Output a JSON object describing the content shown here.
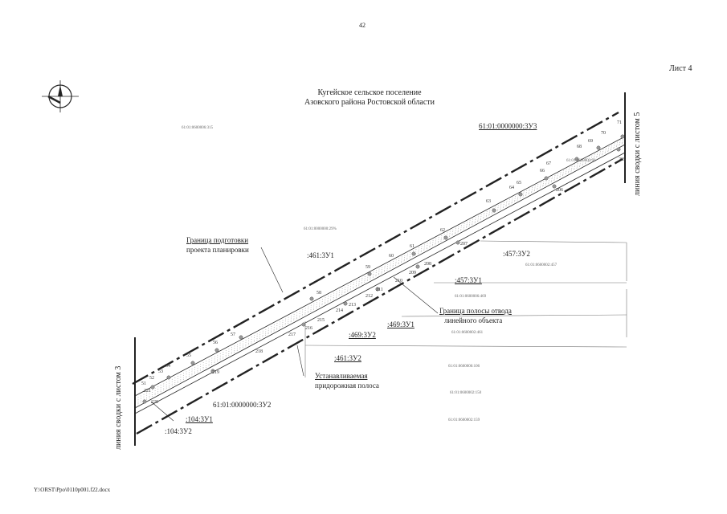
{
  "page_number": "42",
  "sheet_label": "Лист 4",
  "title_line1": "Кугейское сельское поселение",
  "title_line2": "Азовского района Ростовской области",
  "labels": {
    "boundary_planning_line1": "Граница подготовки",
    "boundary_planning_line2": "проекта планировки",
    "boundary_strip_line1": "Граница полосы отвода",
    "boundary_strip_line2": "линейного объекта",
    "roadside_line1": "Устанавливаемая",
    "roadside_line2": "придорожная полоса",
    "join_left": "линия сводки с листом 3",
    "join_right": "линия сводки с листом 5"
  },
  "parcels": {
    "zu3_top": "61:01:0000000:3У3",
    "zu2_bottom": "61:01:0000000:3У2",
    "p461_zu1": ":461:3У1",
    "p457_zu2": ":457:3У2",
    "p457_zu1": ":457:3У1",
    "p469_zu1": ":469:3У1",
    "p469_zu2": ":469:3У2",
    "p461_zu2": ":461:3У2",
    "p104_zu1": ":104:3У1",
    "p104_zu2": ":104:3У2"
  },
  "cadastral_faint": {
    "c1": "61:01:0600006:315",
    "c2": "61:01:0600002:94",
    "c3": "61:01:0000000:29%",
    "c4": "61:01:0600002:457",
    "c5": "61:01:0600006:469",
    "c6": "61:01:0600002:461",
    "c7": "61:01:0600006:106",
    "c8": "61:01:0600002:150",
    "c9": "61:01:0600002:159"
  },
  "points": {
    "p51": "51",
    "p52": "52",
    "p53": "53",
    "p54": "54",
    "p55": "55",
    "p56": "56",
    "p57": "57",
    "p58": "58",
    "p59": "59",
    "p60": "60",
    "p61": "61",
    "p62": "62",
    "p63": "63",
    "p64": "64",
    "p65": "65",
    "p66": "66",
    "p67": "67",
    "p68": "68",
    "p69": "69",
    "p70": "70",
    "p71": "71",
    "p205": "205",
    "p206": "206",
    "p207": "207",
    "p208": "208",
    "p209": "209",
    "p210": "210",
    "p211": "211",
    "p212": "212",
    "p213": "213",
    "p214": "214",
    "p215": "215",
    "p216": "216",
    "p217": "217",
    "p218": "218",
    "p219": "219",
    "p220": "220",
    "p221": "221"
  },
  "footer_path": "Y:\\ORST\\Ppo\\0110p001.f22.docx",
  "colors": {
    "line": "#222222",
    "grid": "#888888",
    "dots": "#aaaaaa"
  }
}
